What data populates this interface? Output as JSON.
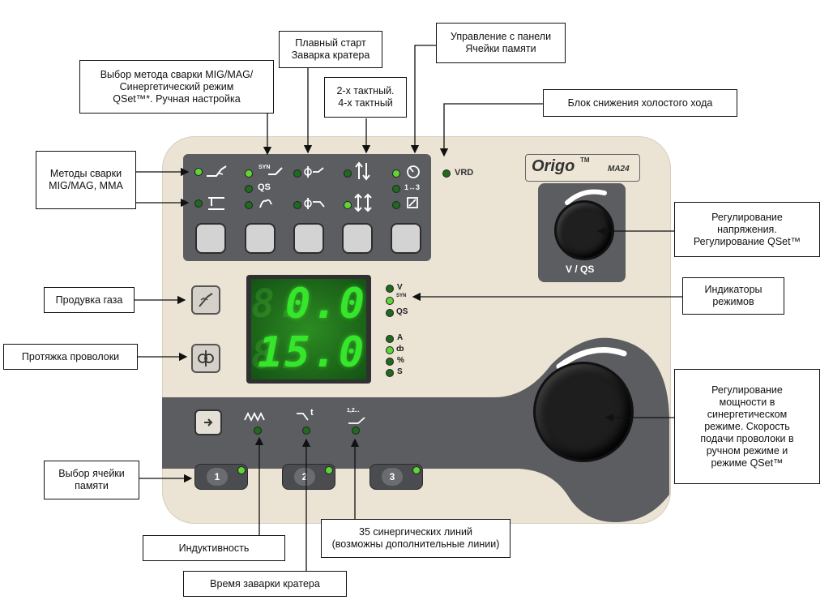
{
  "brand": {
    "name": "Origo",
    "tm": "TM",
    "model": "MA24"
  },
  "display": {
    "top": "0.0",
    "bottom": "15.0",
    "ghost_digit": "8."
  },
  "vrd_label": "VRD",
  "knob_small_label": "V / QS",
  "top_buttons": [
    {
      "icon_top": "mig-torch-icon",
      "icon_bottom": "mma-electrode-icon"
    },
    {
      "top_text": "SYN",
      "mid_text": "QS",
      "icon_bottom": "manual-hand-icon"
    },
    {
      "icon_top": "soft-start-icon",
      "icon_bottom": "crater-fill-icon"
    },
    {
      "icon_top": "2t-arrows-icon",
      "icon_bottom": "4t-arrows-icon"
    },
    {
      "icon_top": "remote-control-icon",
      "mid_text": "1↔3",
      "icon_bottom": "memory-icon"
    }
  ],
  "indicator_labels": {
    "V": "V",
    "SYN": "SYN",
    "QS": "QS",
    "A": "A",
    "wire": "ȸ",
    "pct": "%",
    "S": "S"
  },
  "lower_bar": {
    "inductance_icon": "inductance-icon",
    "crater_time_text": "t",
    "lines_text": "1,2..."
  },
  "memory_buttons": [
    "1",
    "2",
    "3"
  ],
  "colors": {
    "panel": "#ebe3d3",
    "dark": "#5b5d60",
    "led_on": "#5fd635",
    "led_off": "#1f6a1f",
    "display_bg": "#1c6b1c",
    "digits": "#35e62a"
  },
  "callouts": {
    "weld_method": "Выбор метода сварки MIG/MAG/\nСинергетический режим\nQSet™*. Ручная настройка",
    "soft_start": "Плавный старт\nЗаварка кратера",
    "tact": "2-х тактный.\n4-х тактный",
    "panel_control": "Управление с панели\nЯчейки памяти",
    "vrd": "Блок снижения холостого хода",
    "methods": "Методы сварки\nMIG/MAG, MMA",
    "voltage": "Регулирование\nнапряжения.\nРегулирование QSet™",
    "gas": "Продувка газа",
    "modes": "Индикаторы\nрежимов",
    "wire_feed": "Протяжка проволоки",
    "power": "Регулирование\nмощности в\nсинергетическом\nрежиме. Скорость\nподачи проволоки в\nручном режиме и\nрежиме QSet™",
    "memory": "Выбор ячейки\nпамяти",
    "inductance": "Индуктивность",
    "lines": "35 синергических линий\n(возможны дополнительные линии)",
    "crater_time": "Время заварки кратера"
  }
}
